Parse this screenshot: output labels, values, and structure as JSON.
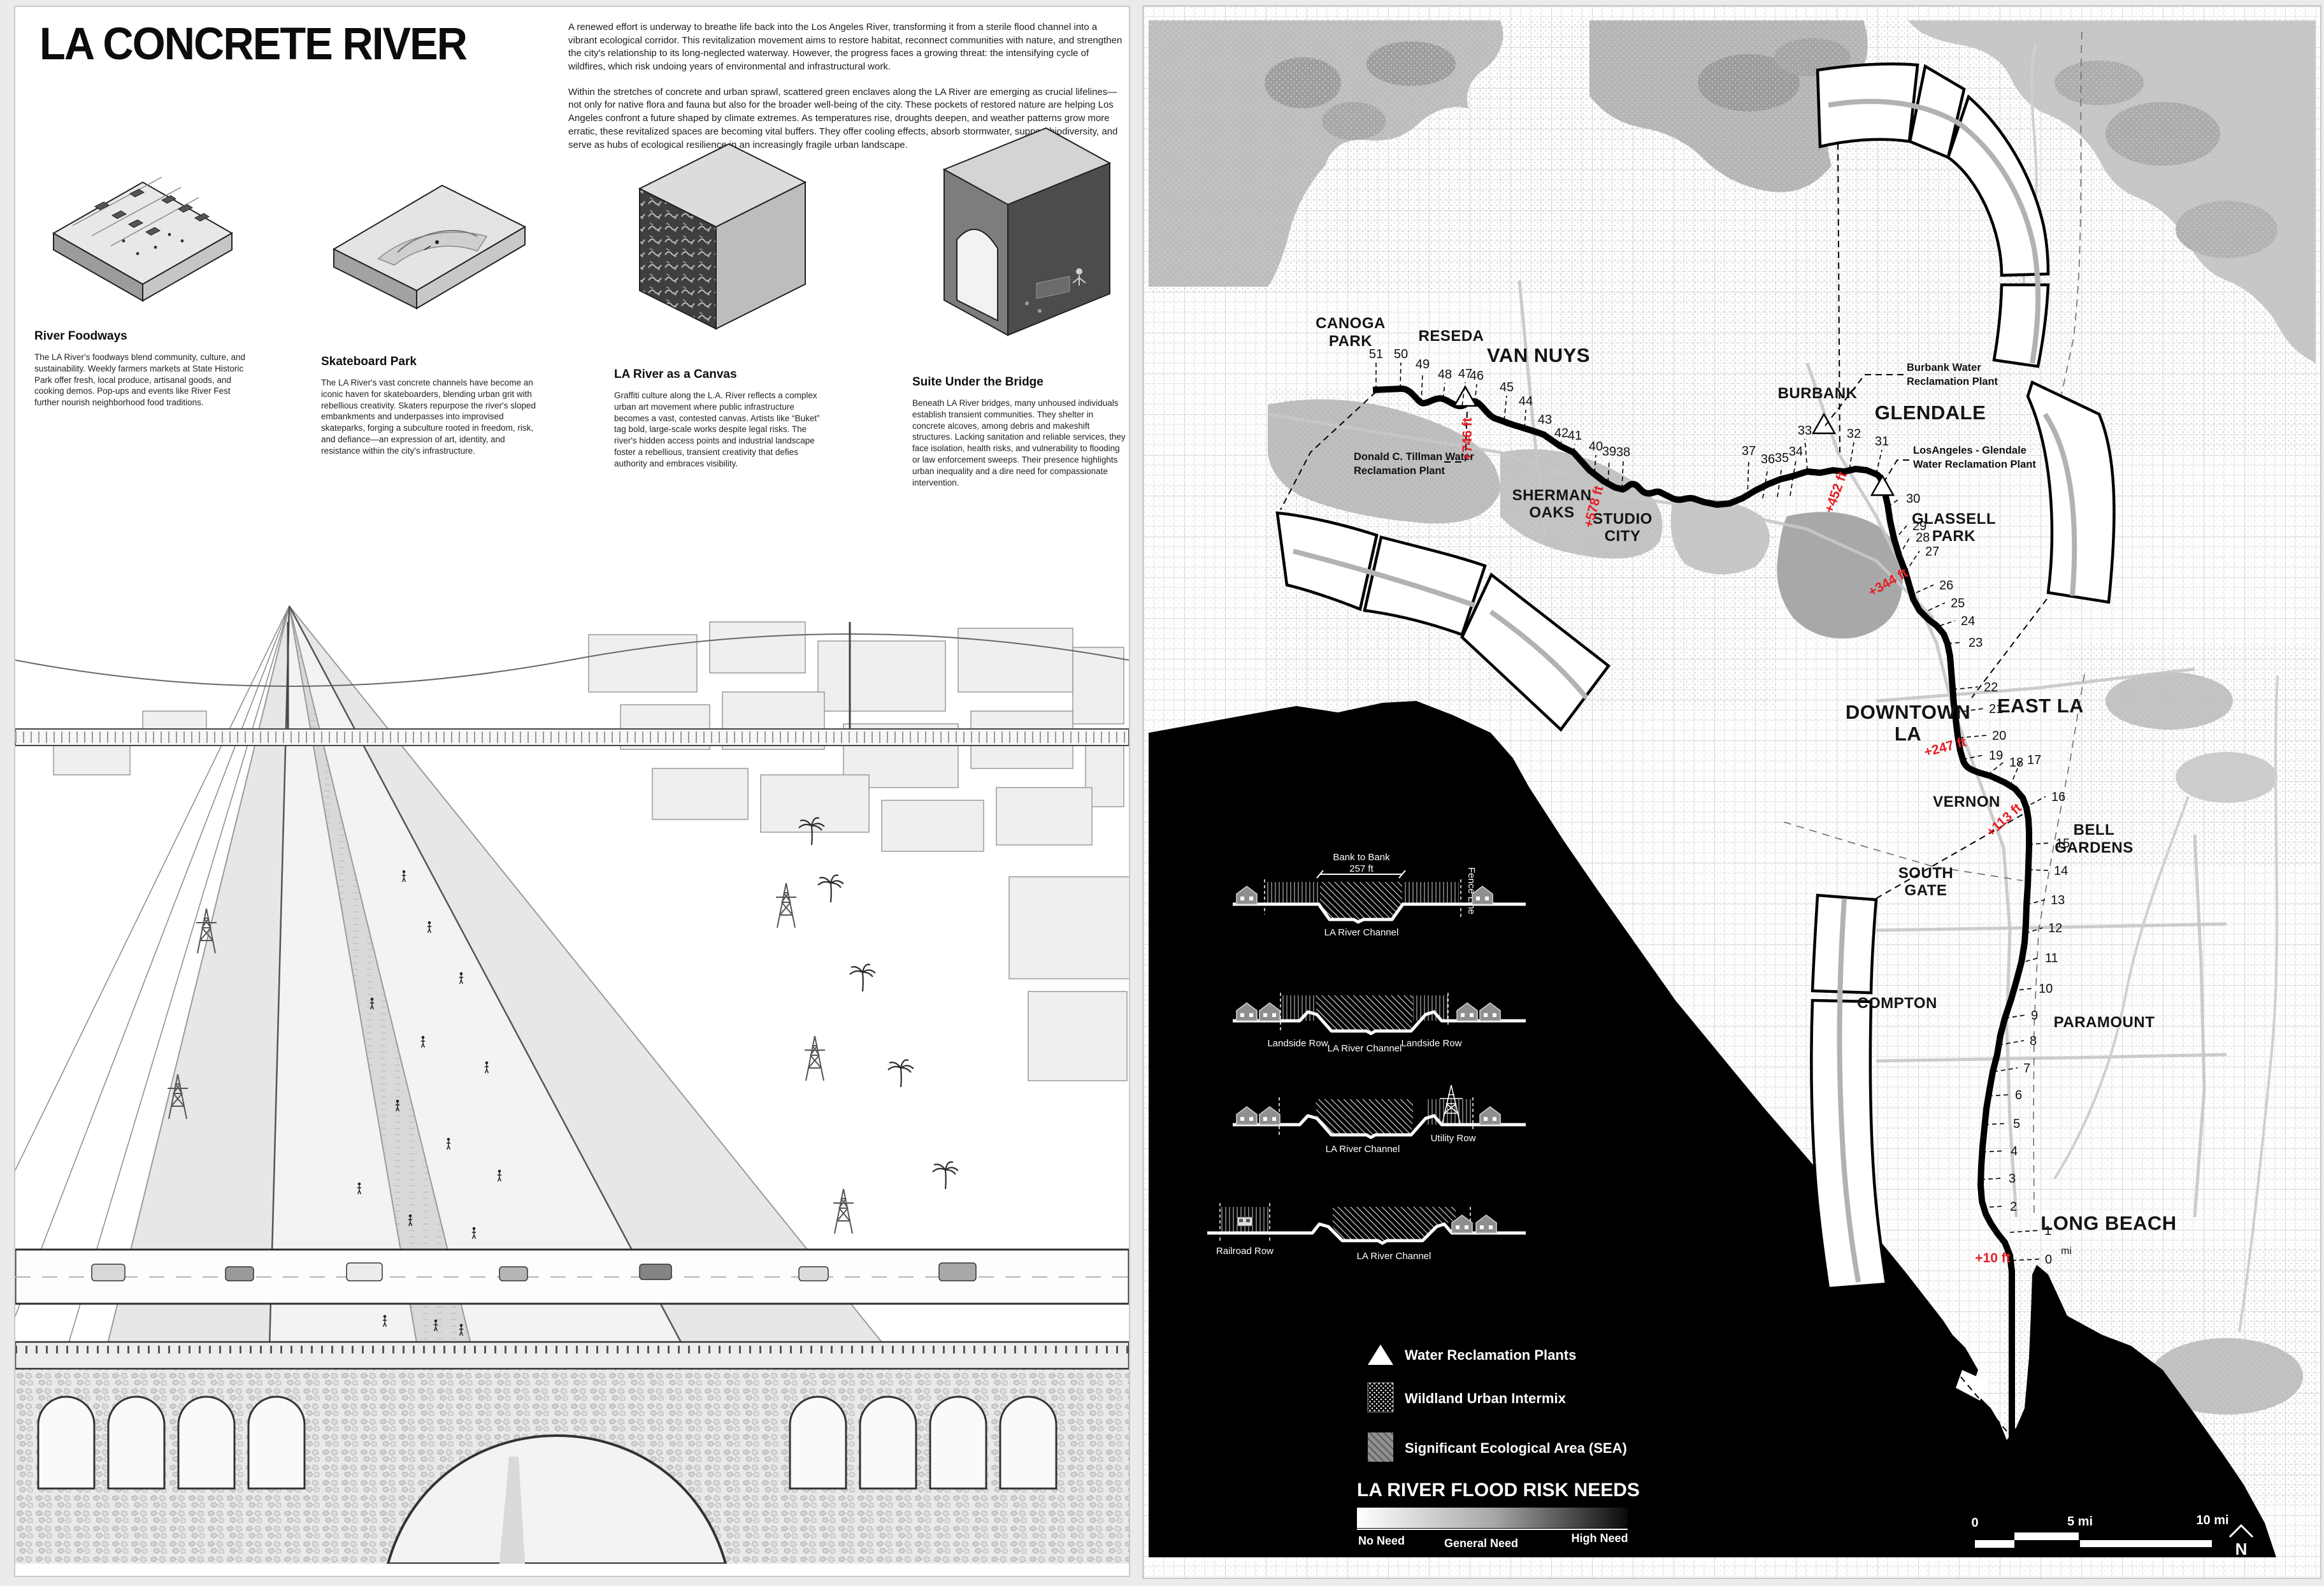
{
  "poster": {
    "title": "LA CONCRETE RIVER",
    "intro": {
      "p1": "A renewed effort is underway to breathe life back into the Los Angeles River, transforming it from a sterile flood channel into a vibrant ecological corridor. This revitalization movement aims to restore habitat, reconnect communities with nature, and strengthen the city's relationship to its long-neglected waterway. However, the progress faces a growing threat: the intensifying cycle of wildfires, which risk undoing years of environmental and infrastructural work.",
      "p2": "Within the stretches of concrete and urban sprawl, scattered green enclaves along the LA River are emerging as crucial lifelines—not only for native flora and fauna but also for the broader well-being of the city. These pockets of restored nature are helping Los Angeles confront a future shaped by climate extremes. As temperatures rise, droughts deepen, and weather patterns grow more erratic, these revitalized spaces are becoming vital buffers. They offer cooling effects, absorb stormwater, support biodiversity, and serve as hubs of ecological resilience in an increasingly fragile urban landscape."
    },
    "features": [
      {
        "heading": "River Foodways",
        "body": "The LA River's foodways blend community, culture, and sustainability. Weekly farmers markets at State Historic Park offer fresh, local produce, artisanal goods, and cooking demos. Pop-ups and events like River Fest further nourish neighborhood food traditions."
      },
      {
        "heading": "Skateboard Park",
        "body": "The LA River's vast concrete channels have become an iconic haven for skateboarders, blending urban grit with rebellious creativity. Skaters repurpose the river's sloped embankments and underpasses into improvised skateparks, forging a subculture rooted in freedom, risk, and defiance—an expression of art, identity, and resistance within the city's infrastructure."
      },
      {
        "heading": "LA River as a Canvas",
        "body": "Graffiti culture along the L.A. River reflects a complex urban art movement where public infrastructure becomes a vast, contested canvas. Artists like “Buket” tag bold, large-scale works despite legal risks. The river's hidden access points and industrial landscape foster a rebellious, transient creativity that defies authority and embraces visibility."
      },
      {
        "heading": "Suite Under the Bridge",
        "body": "Beneath LA River bridges, many unhoused individuals establish transient communities. They shelter in concrete alcoves, among debris and makeshift structures. Lacking sanitation and reliable services, they face isolation, health risks, and vulnerability to flooding or law enforcement sweeps. Their presence highlights urban inequality and a dire need for compassionate intervention."
      }
    ]
  },
  "map": {
    "neighborhoods": [
      {
        "lines": [
          "CANOGA",
          "PARK"
        ]
      },
      {
        "lines": [
          "RESEDA"
        ]
      },
      {
        "lines": [
          "VAN NUYS"
        ]
      },
      {
        "lines": [
          "BURBANK"
        ]
      },
      {
        "lines": [
          "GLENDALE"
        ]
      },
      {
        "lines": [
          "SHERMAN",
          "OAKS"
        ]
      },
      {
        "lines": [
          "STUDIO",
          "CITY"
        ]
      },
      {
        "lines": [
          "GLASSELL",
          "PARK"
        ]
      },
      {
        "lines": [
          "DOWNTOWN",
          "LA"
        ]
      },
      {
        "lines": [
          "EAST LA"
        ]
      },
      {
        "lines": [
          "VERNON"
        ]
      },
      {
        "lines": [
          "BELL",
          "GARDENS"
        ]
      },
      {
        "lines": [
          "SOUTH",
          "GATE"
        ]
      },
      {
        "lines": [
          "COMPTON"
        ]
      },
      {
        "lines": [
          "PARAMOUNT"
        ]
      },
      {
        "lines": [
          "LONG BEACH"
        ]
      }
    ],
    "plants": [
      {
        "lines": [
          "Donald C. Tillman Water",
          "Reclamation Plant"
        ]
      },
      {
        "lines": [
          "Burbank Water",
          "Reclamation Plant"
        ]
      },
      {
        "lines": [
          "LosAngeles - Glendale",
          "Water Reclamation Plant"
        ]
      }
    ],
    "elevations": [
      "+746 ft",
      "+578 ft",
      "+452 ft",
      "+344 ft",
      "+247 ft",
      "+113 ft",
      "+10 ft"
    ],
    "mile_markers": {
      "numbers": [
        51,
        50,
        49,
        48,
        47,
        46,
        45,
        44,
        43,
        42,
        41,
        40,
        39,
        38,
        37,
        36,
        35,
        34,
        33,
        32,
        31,
        30,
        29,
        28,
        27,
        26,
        25,
        24,
        23,
        22,
        21,
        20,
        19,
        18,
        17,
        16,
        15,
        14,
        13,
        12,
        11,
        10,
        9,
        8,
        7,
        6,
        5,
        4,
        3,
        2,
        1,
        0
      ],
      "unit": "mi"
    },
    "sections": {
      "dim_line1": "Bank to Bank",
      "dim_line2": "257 ft",
      "channel": "LA River Channel",
      "fence": "Fence Line",
      "landside": "Landside Row",
      "utility": "Utility Row",
      "railroad": "Railroad Row"
    },
    "legend": [
      {
        "label": "Water Reclamation Plants"
      },
      {
        "label": "Wildland Urban Intermix"
      },
      {
        "label": "Significant Ecological Area (SEA)"
      }
    ],
    "flood_risk": {
      "title": "LA RIVER FLOOD RISK NEEDS",
      "low": "No Need",
      "mid": "General Need",
      "high": "High Need"
    },
    "scale": {
      "t0": "0",
      "t5": "5 mi",
      "t10": "10 mi"
    },
    "north": "N",
    "colors": {
      "elevation_red": "#e31e24",
      "river": "#000000"
    }
  }
}
